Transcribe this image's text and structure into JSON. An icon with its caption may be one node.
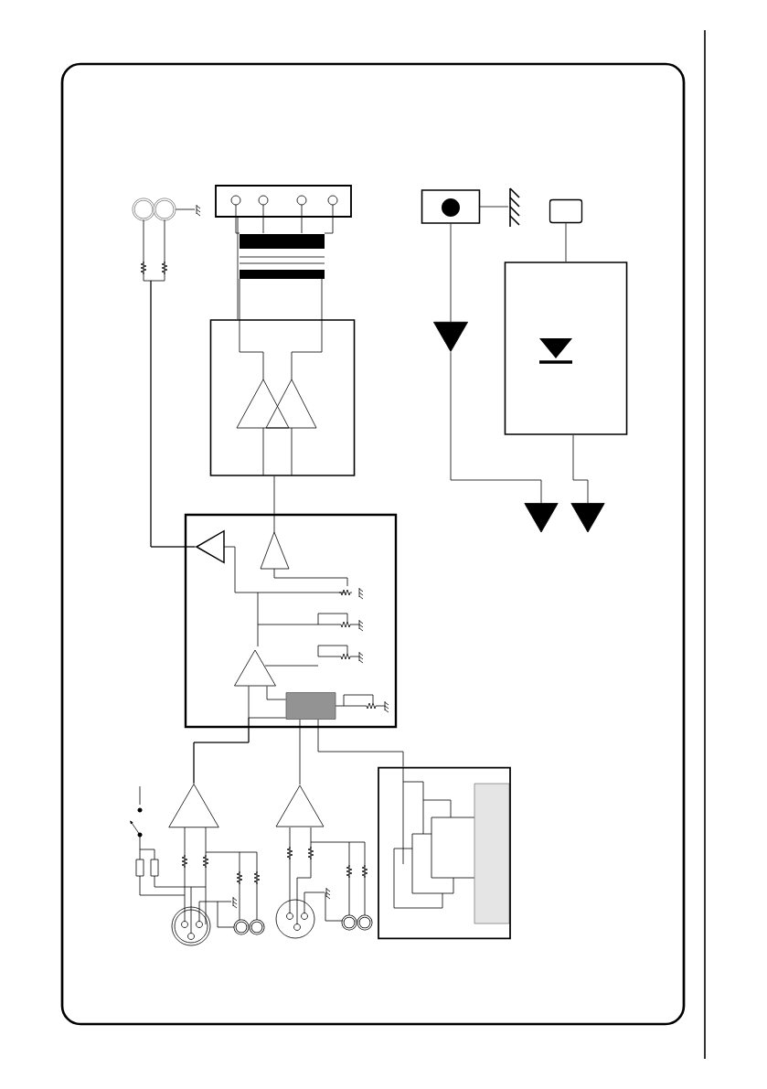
{
  "diagram": {
    "nodes": [
      {
        "text": [],
        "shape": "circle"
      },
      {
        "text": [],
        "shape": "circle"
      },
      {
        "text": [],
        "shape": "box"
      },
      {
        "text": [],
        "shape": "box"
      },
      {
        "text": [],
        "shape": "box"
      },
      {
        "text": [],
        "shape": "box"
      },
      {
        "text": [],
        "shape": "triangle"
      },
      {
        "text": [],
        "shape": "box"
      },
      {
        "text": [],
        "shape": "triangle"
      },
      {
        "text": [],
        "shape": "triangle"
      },
      {
        "text": [],
        "shape": "box"
      },
      {
        "text": [],
        "shape": "triangle",
        "in": 10
      },
      {
        "text": [],
        "shape": "triangle",
        "in": 10
      },
      {
        "text": [],
        "shape": "box",
        "in": 10
      },
      {
        "text": [],
        "shape": "triangle"
      },
      {
        "text": [],
        "shape": "triangle"
      },
      {
        "text": [],
        "shape": "box"
      }
    ],
    "edges": [
      {
        "from": 0,
        "to": 11,
        "arrow": "none"
      },
      {
        "from": 1,
        "to": 11,
        "arrow": "none"
      },
      {
        "from": 2,
        "to": 7,
        "arrow": "none"
      },
      {
        "from": 7,
        "to": 10,
        "arrow": "none"
      },
      {
        "from": 3,
        "to": 6,
        "arrow": "none"
      },
      {
        "from": 6,
        "to": 8,
        "arrow": "none"
      },
      {
        "from": 4,
        "to": 5,
        "arrow": "none"
      },
      {
        "from": 5,
        "to": 9,
        "arrow": "none"
      },
      {
        "from": 14,
        "to": 12,
        "arrow": "none"
      },
      {
        "from": 15,
        "to": 13,
        "arrow": "none"
      },
      {
        "from": 13,
        "to": 16,
        "arrow": "none"
      },
      {
        "from": 14,
        "to": 13,
        "arrow": "none"
      },
      {
        "from": 12,
        "to": 13,
        "arrow": "none"
      }
    ]
  }
}
